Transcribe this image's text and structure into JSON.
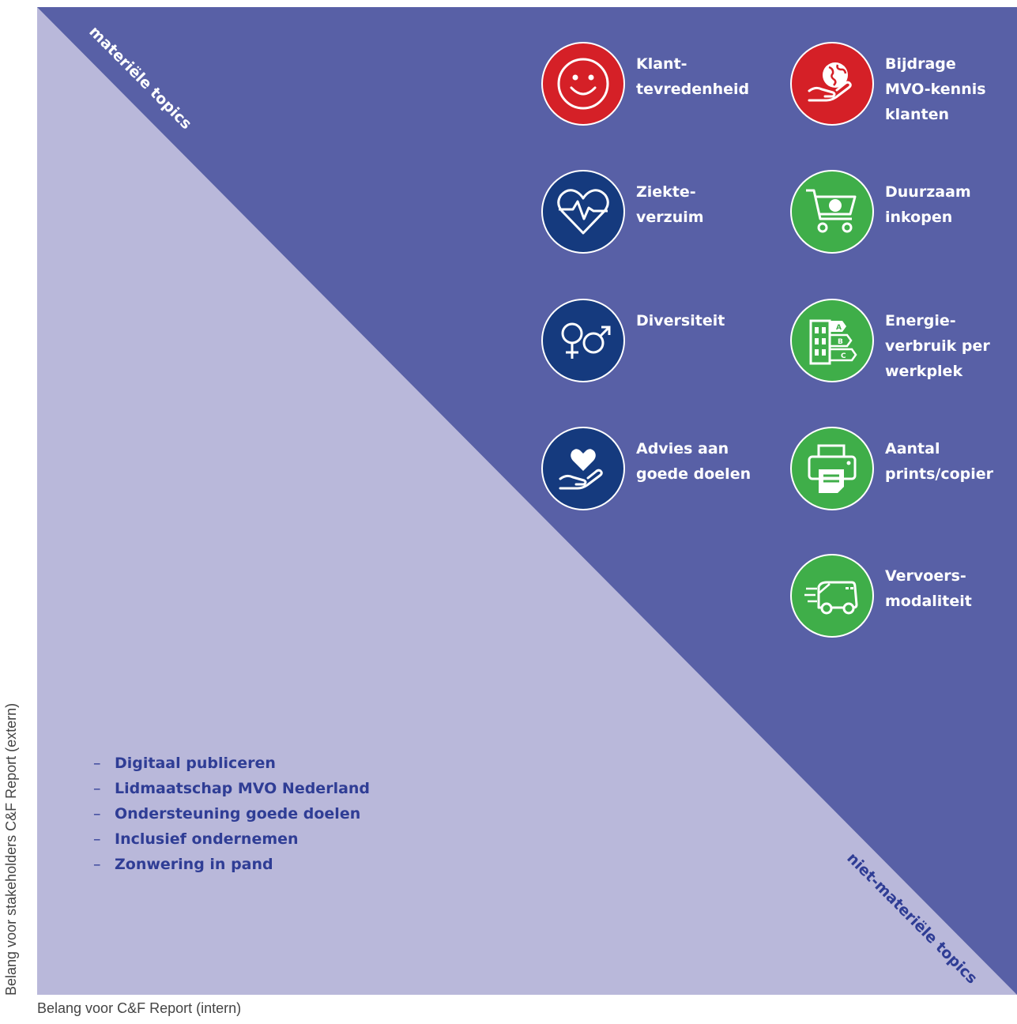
{
  "quadrant": {
    "top_label": "materiële topics",
    "bottom_label": "niet-materiële topics"
  },
  "colors": {
    "material_bg": "#5860a6",
    "nonmaterial_bg": "#b9b8da",
    "red": "#d52027",
    "navy": "#153a7e",
    "green": "#3fae49",
    "list_text": "#2f3d95"
  },
  "material_topics": [
    {
      "label": "Klant-\ntevredenheid",
      "icon": "smiley-icon",
      "color": "red"
    },
    {
      "label": "Bijdrage\nMVO-kennis\nklanten",
      "icon": "globe-hand-icon",
      "color": "red"
    },
    {
      "label": "Ziekte-\nverzuim",
      "icon": "heartbeat-icon",
      "color": "navy"
    },
    {
      "label": "Duurzaam\ninkopen",
      "icon": "shopping-cart-globe-icon",
      "color": "green"
    },
    {
      "label": "Diversiteit",
      "icon": "gender-symbols-icon",
      "color": "navy"
    },
    {
      "label": "Energie-\nverbruik per\nwerkplek",
      "icon": "energy-label-building-icon",
      "color": "green"
    },
    {
      "label": "Advies aan\ngoede doelen",
      "icon": "heart-hand-icon",
      "color": "navy"
    },
    {
      "label": "Aantal\nprints/copier",
      "icon": "printer-icon",
      "color": "green"
    },
    {
      "label": "Vervoers-\nmodaliteit",
      "icon": "van-icon",
      "color": "green"
    }
  ],
  "nonmaterial_topics": [
    {
      "dash": "–",
      "label": "Digitaal publiceren"
    },
    {
      "dash": "–",
      "label": "Lidmaatschap MVO Nederland"
    },
    {
      "dash": "–",
      "label": "Ondersteuning goede doelen"
    },
    {
      "dash": "–",
      "label": "Inclusief ondernemen"
    },
    {
      "dash": "–",
      "label": "Zonwering in pand"
    }
  ],
  "axes": {
    "x_label": "Belang voor C&F Report (intern)",
    "y_label": "Belang voor stakeholders C&F Report (extern)"
  }
}
